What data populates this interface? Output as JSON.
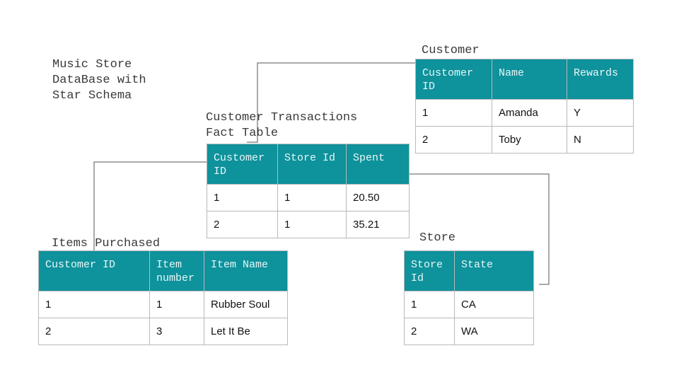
{
  "diagram_title": "Music Store\nDataBase with\nStar Schema",
  "customer": {
    "caption": "Customer",
    "headers": [
      "Customer\nID",
      "Name",
      "Rewards"
    ],
    "rows": [
      [
        "1",
        "Amanda",
        "Y"
      ],
      [
        "2",
        "Toby",
        "N"
      ]
    ]
  },
  "fact": {
    "caption_line1": "Customer Transactions",
    "caption_line2": "Fact Table",
    "headers": [
      "Customer\nID",
      "Store Id",
      "Spent"
    ],
    "rows": [
      [
        "1",
        "1",
        "20.50"
      ],
      [
        "2",
        "1",
        "35.21"
      ]
    ]
  },
  "items": {
    "caption": "Items Purchased",
    "headers": [
      "Customer ID",
      "Item\nnumber",
      "Item Name"
    ],
    "rows": [
      [
        "1",
        "1",
        "Rubber Soul"
      ],
      [
        "2",
        "3",
        "Let It Be"
      ]
    ]
  },
  "store": {
    "caption": "Store",
    "headers": [
      "Store\nId",
      "State"
    ],
    "rows": [
      [
        "1",
        "CA"
      ],
      [
        "2",
        "WA"
      ]
    ]
  },
  "colors": {
    "header_fill": "#0e929b",
    "header_text": "#e8f7f8",
    "grid": "#b9b9b9",
    "connector": "#555555"
  }
}
